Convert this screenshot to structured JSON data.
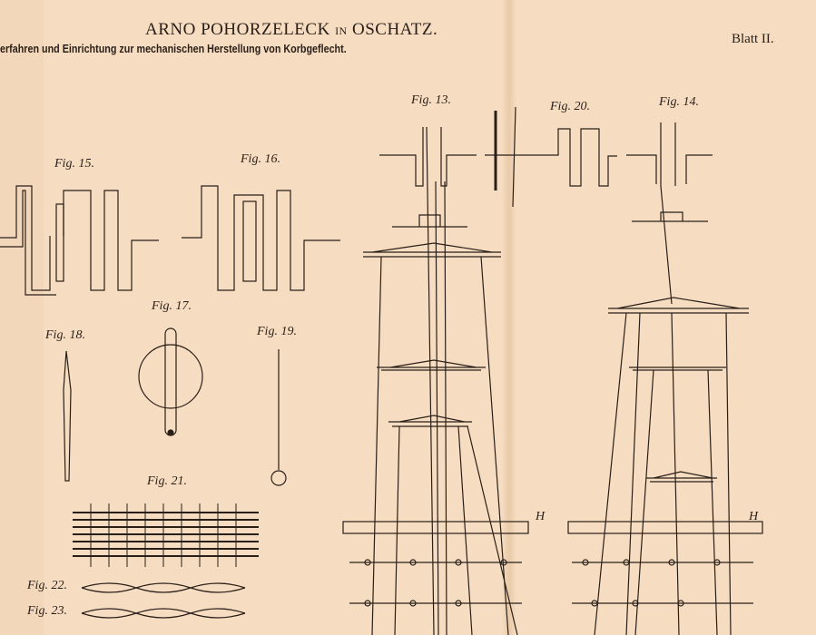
{
  "header": {
    "title_name": "ARNO POHORZELECK",
    "title_in": "IN",
    "title_place": "OSCHATZ.",
    "subtitle": "erfahren und Einrichtung zur mechanischen Herstellung von Korbgeflecht.",
    "sheet": "Blatt II."
  },
  "figures": {
    "fig13": "Fig. 13.",
    "fig14": "Fig. 14.",
    "fig15": "Fig. 15.",
    "fig16": "Fig. 16.",
    "fig17": "Fig. 17.",
    "fig18": "Fig. 18.",
    "fig19": "Fig. 19.",
    "fig20": "Fig. 20.",
    "fig21": "Fig. 21.",
    "fig22": "Fig. 22.",
    "fig23": "Fig. 23."
  },
  "annotations": {
    "h13": "H",
    "h14": "H"
  },
  "colors": {
    "paper": "#f6dcc1",
    "ink": "#2a1f18"
  }
}
